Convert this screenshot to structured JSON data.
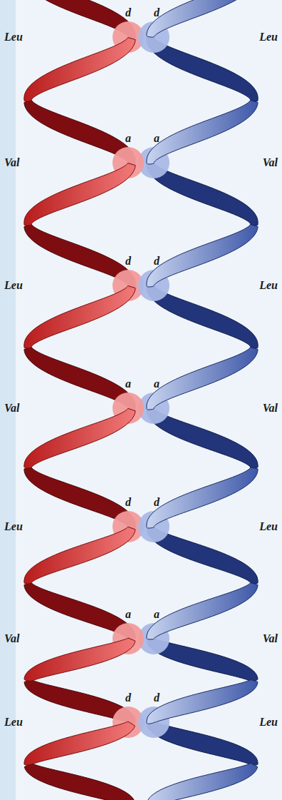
{
  "diagram": {
    "labels": [
      "Leu",
      "d",
      "d",
      "Leu",
      "Val",
      "a",
      "a",
      "Val",
      "Leu",
      "d",
      "d",
      "Leu",
      "Val",
      "a",
      "a",
      "Val",
      "Leu",
      "d",
      "d",
      "Leu",
      "Val",
      "a",
      "a",
      "Val",
      "Leu",
      "d",
      "d",
      "Leu"
    ]
  }
}
